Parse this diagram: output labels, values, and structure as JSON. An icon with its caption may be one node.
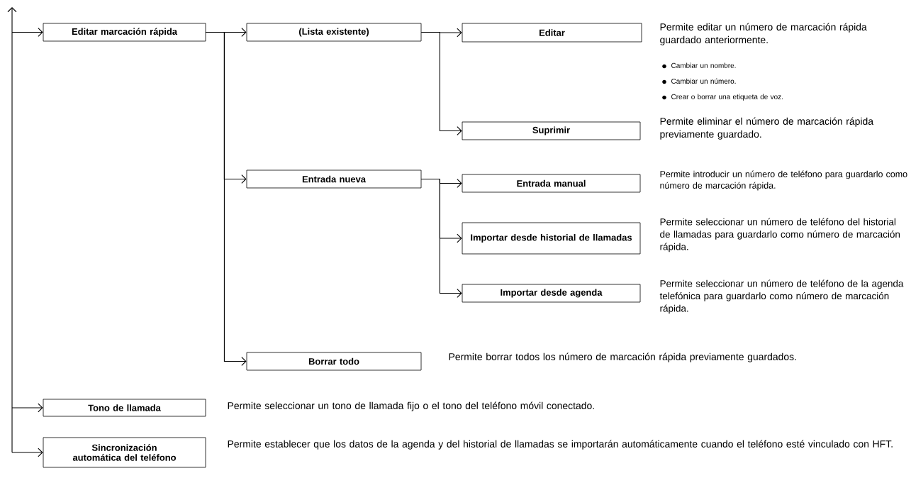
{
  "diagram": {
    "nodes": [
      {
        "text": [
          "Editar marcación rápida"
        ]
      },
      {
        "text": [
          "(Lista existente)"
        ]
      },
      {
        "text": [
          "Editar"
        ],
        "beside": [
          "Permite editar un número de marcación rápida guardado anteriormente.",
          "Cambiar un nombre.",
          "Cambiar un número.",
          "Crear o borrar una etiqueta de voz."
        ]
      },
      {
        "text": [
          "Suprimir"
        ],
        "beside": [
          "Permite eliminar el número de marcación rápida previamente guardado."
        ]
      },
      {
        "text": [
          "Entrada nueva"
        ]
      },
      {
        "text": [
          "Entrada manual"
        ],
        "beside": [
          "Permite introducir un número de teléfono para guardarlo como número de marcación rápida."
        ]
      },
      {
        "text": [
          "Importar desde historial de llamadas"
        ],
        "beside": [
          "Permite seleccionar un número de teléfono del historial de llamadas para guardarlo como número de marcación rápida."
        ]
      },
      {
        "text": [
          "Importar desde agenda"
        ],
        "beside": [
          "Permite seleccionar un número de teléfono de la agenda telefónica para guardarlo como número de marcación rápida."
        ]
      },
      {
        "text": [
          "Borrar todo"
        ],
        "beside": [
          "Permite borrar todos los número de marcación rápida previamente guardados."
        ]
      },
      {
        "text": [
          "Tono de llamada"
        ],
        "beside": [
          "Permite seleccionar un tono de llamada fijo o el tono del teléfono móvil conectado."
        ]
      },
      {
        "text": [
          "Sincronización automática del teléfono"
        ],
        "beside": [
          "Permite establecer que los datos de la agenda y del historial de llamadas se importarán automáticamente cuando el teléfono esté vinculado con HFT."
        ]
      }
    ],
    "edges": [
      {
        "from": null,
        "to": 0,
        "arrow": "to"
      },
      {
        "from": 0,
        "to": 1,
        "arrow": "to"
      },
      {
        "from": 1,
        "to": 2,
        "arrow": "to"
      },
      {
        "from": 1,
        "to": 3,
        "arrow": "to"
      },
      {
        "from": 0,
        "to": 4,
        "arrow": "to"
      },
      {
        "from": 4,
        "to": 5,
        "arrow": "to"
      },
      {
        "from": 4,
        "to": 6,
        "arrow": "to"
      },
      {
        "from": 4,
        "to": 7,
        "arrow": "to"
      },
      {
        "from": 0,
        "to": 8,
        "arrow": "to"
      },
      {
        "from": null,
        "to": 9,
        "arrow": "to"
      },
      {
        "from": null,
        "to": 10,
        "arrow": "to"
      }
    ]
  }
}
